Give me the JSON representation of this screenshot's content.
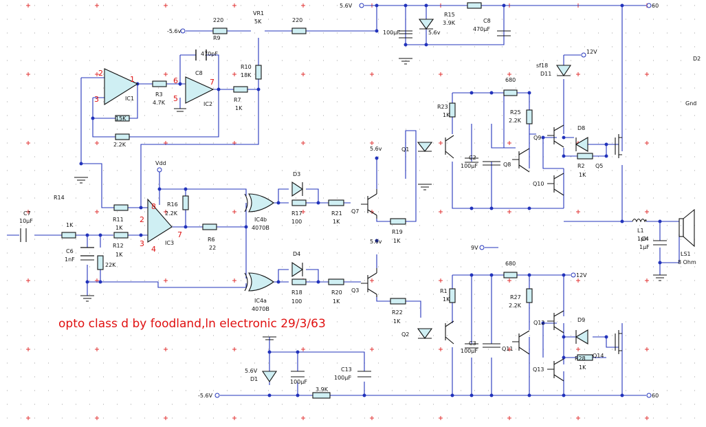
{
  "title": "opto class d by foodland,ln electronic 29/3/63",
  "rails": {
    "pos": "5.6V",
    "neg": "-5.6V",
    "neg_in": "-5.6v",
    "v12": "12V",
    "v9": "9V",
    "vdd": "Vdd",
    "p60": "60",
    "gnd": "Gnd",
    "d2": "D2",
    "v56a": "5.6v",
    "v56b": "5.6v"
  },
  "labels": {
    "r9": "R9",
    "r9v": "220",
    "vr1": "VR1",
    "vr1v": "5K",
    "r220b": "220",
    "r15": "R15",
    "r15v": "3.9K",
    "c8a": "C8",
    "c8av": "470µF",
    "c100a": "100µF",
    "z56": "5.6v",
    "c470pf": "470pF",
    "r10": "R10",
    "r10v": "18K",
    "c8b": "C8",
    "ic1": "IC1",
    "ic2": "IC2",
    "r3": "R3",
    "r3v": "4.7K",
    "r7": "R7",
    "r7v": "1K",
    "r15k": "15K",
    "r22k": "2.2K",
    "r14": "R14",
    "c7": "C7",
    "c7v": "10µF",
    "r1k": "1K",
    "c6": "C6",
    "c6v": "1nF",
    "r22kb": "22K",
    "r11": "R11",
    "r11v": "1K",
    "r12": "R12",
    "r12v": "1K",
    "r16": "R16",
    "r16v": "2.2K",
    "ic3": "IC3",
    "r6": "R6",
    "r6v": "22",
    "ic4b": "IC4b",
    "ic4bt": "4070B",
    "ic4a": "IC4a",
    "ic4at": "4070B",
    "d3": "D3",
    "d4": "D4",
    "r17": "R17",
    "r17v": "100",
    "r18": "R18",
    "r18v": "100",
    "r21": "R21",
    "r21v": "1K",
    "r20": "R20",
    "r20v": "1K",
    "q7": "Q7",
    "q3": "Q3",
    "r19": "R19",
    "r19v": "1K",
    "r22": "R22",
    "r22v": "1K",
    "q1": "Q1",
    "q2": "Q2",
    "c2": "C2",
    "c2v": "100µF",
    "c3": "C3",
    "c3v": "100µF",
    "r23": "R23",
    "r23v": "1K",
    "r1": "R1",
    "r1v": "1K",
    "r680a": "680",
    "r680b": "680",
    "r25": "R25",
    "r25v": "2.2K",
    "r27": "R27",
    "r27v": "2.2K",
    "q8": "Q8",
    "q11": "Q11",
    "q10": "Q10",
    "q13": "Q13",
    "q9": "Q9",
    "q12": "Q12",
    "sf18": "sf18",
    "d11": "D11",
    "d8": "D8",
    "d9": "D9",
    "r2": "R2",
    "r2v": "1K",
    "r28": "R28",
    "r28v": "1K",
    "q5": "Q5",
    "q14": "Q14",
    "l1": "L1",
    "l1v": "1µH",
    "c4": "C4",
    "c4v": "1µF",
    "ls1": "LS1",
    "ls1v": "8 Ohm",
    "d1": "D1",
    "d1v": "5.6V",
    "c100b": "100µF",
    "c13": "C13",
    "c13v": "100µF",
    "r39k": "3.9K"
  },
  "pins": {
    "p2a": "2",
    "p1": "1",
    "p3a": "3",
    "p6": "6",
    "p7a": "7",
    "p5": "5",
    "p8": "8",
    "p2b": "2",
    "p3b": "3",
    "p4": "4",
    "p7b": "7"
  },
  "colors": {
    "wire": "#2233bb",
    "component": "#111111",
    "pin": "#d11111",
    "title": "#e01010",
    "grid": "#e03030"
  }
}
